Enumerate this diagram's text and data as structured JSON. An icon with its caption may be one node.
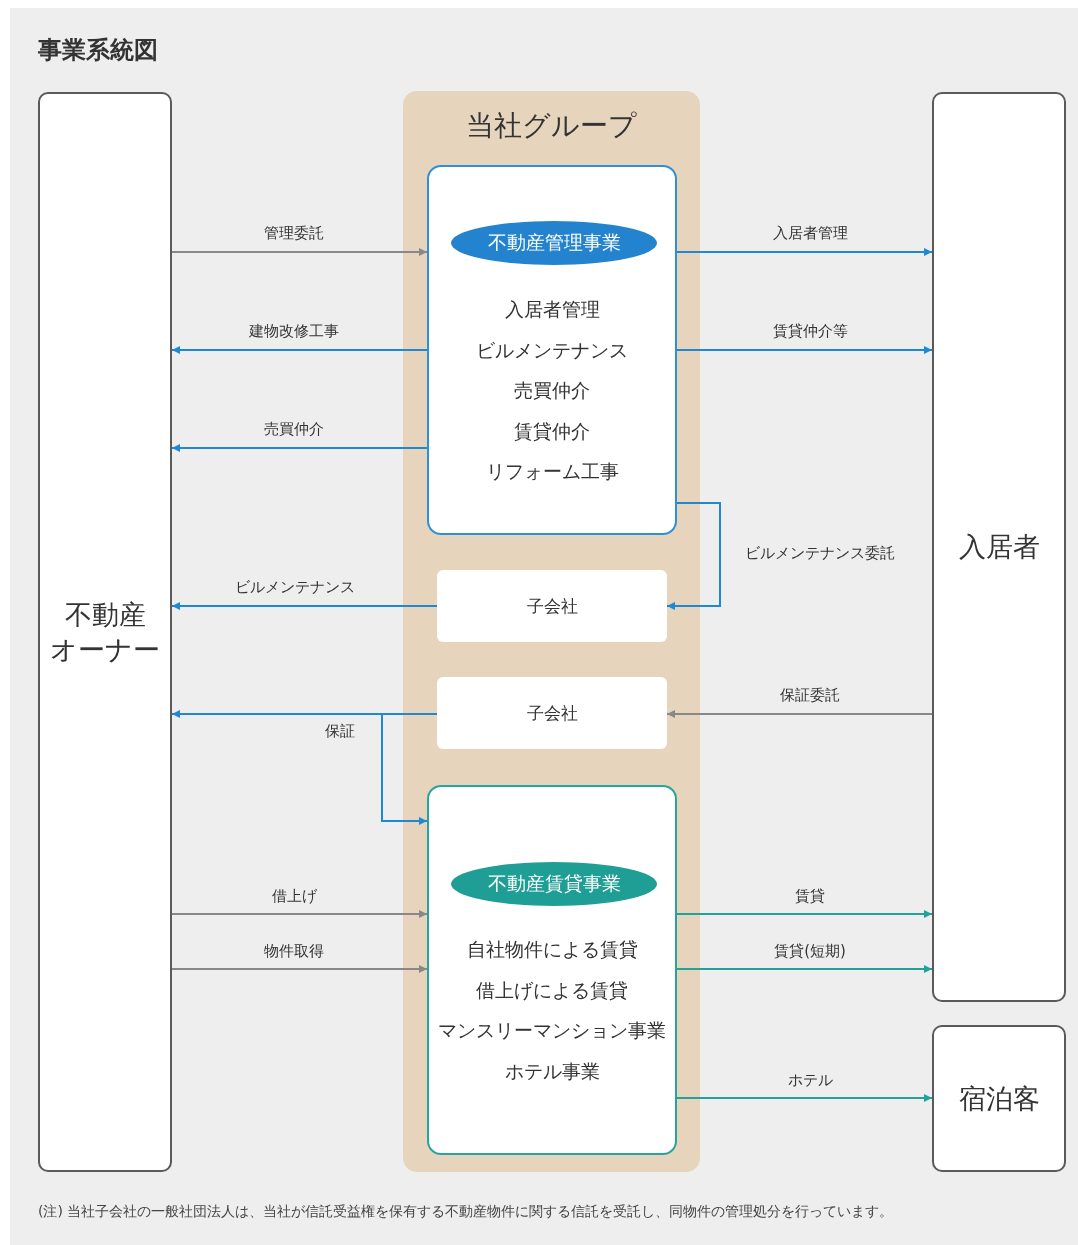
{
  "diagram": {
    "title": "事業系統図",
    "nodes": [
      {
        "text": [
          "不動産オーナー"
        ]
      },
      {
        "text": [
          "当社グループ"
        ]
      },
      {
        "text": [
          "入居者管理",
          "ビルメンテナンス",
          "売買仲介",
          "賃貸仲介",
          "リフォーム工事"
        ],
        "in": 1
      },
      {
        "text": [
          "不動産管理事業"
        ],
        "in": 2
      },
      {
        "text": [
          "子会社"
        ],
        "in": 1
      },
      {
        "text": [
          "子会社"
        ],
        "in": 1
      },
      {
        "text": [
          "自社物件による賃貸",
          "借上げによる賃貸",
          "マンスリーマンション事業",
          "ホテル事業"
        ],
        "in": 1
      },
      {
        "text": [
          "不動産賃貸事業"
        ],
        "in": 6
      },
      {
        "text": [
          "入居者"
        ]
      },
      {
        "text": [
          "宿泊客"
        ]
      }
    ],
    "edges": [
      {
        "from": 0,
        "to": 2,
        "arrow": "to",
        "label": "管理委託",
        "color": "#888888"
      },
      {
        "from": 2,
        "to": 0,
        "arrow": "to",
        "label": "建物改修工事"
      },
      {
        "from": 2,
        "to": 0,
        "arrow": "to",
        "label": "売買仲介"
      },
      {
        "from": 2,
        "to": 8,
        "arrow": "to",
        "label": "入居者管理"
      },
      {
        "from": 2,
        "to": 8,
        "arrow": "to",
        "label": "賃貸仲介等"
      },
      {
        "from": 2,
        "to": 4,
        "arrow": "to",
        "label": "ビルメンテナンス委託"
      },
      {
        "from": 4,
        "to": 0,
        "arrow": "to",
        "label": "ビルメンテナンス"
      },
      {
        "from": 8,
        "to": 5,
        "arrow": "to",
        "label": "保証委託",
        "color": "#888888"
      },
      {
        "from": 5,
        "to": 0,
        "arrow": "to",
        "label": "保証"
      },
      {
        "from": 5,
        "to": 6,
        "arrow": "to"
      },
      {
        "from": 0,
        "to": 6,
        "arrow": "to",
        "label": "借上げ",
        "color": "#888888"
      },
      {
        "from": 0,
        "to": 6,
        "arrow": "to",
        "label": "物件取得",
        "color": "#888888"
      },
      {
        "from": 6,
        "to": 8,
        "arrow": "to",
        "label": "賃貸",
        "color": "#1fa39a"
      },
      {
        "from": 6,
        "to": 8,
        "arrow": "to",
        "label": "賃貸(短期)",
        "color": "#1fa39a"
      },
      {
        "from": 6,
        "to": 9,
        "arrow": "to",
        "label": "ホテル",
        "color": "#1fa39a"
      }
    ],
    "labels": [
      "(注) 当社子会社の一般社団法人は、当社が信託受益権を保有する不動産物件に関する信託を受託し、同物件の管理処分を行っています。"
    ]
  }
}
